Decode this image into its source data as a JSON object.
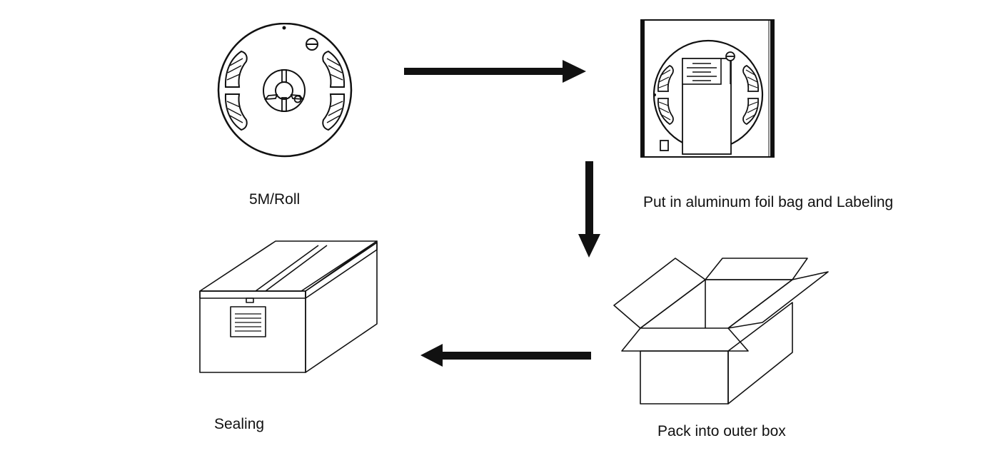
{
  "steps": [
    {
      "id": "roll",
      "label": "5M/Roll",
      "icon": "reel-icon"
    },
    {
      "id": "foil",
      "label": "Put in aluminum foil bag and Labeling",
      "icon": "foil-bag-icon"
    },
    {
      "id": "box",
      "label": "Pack into outer box",
      "icon": "open-box-icon"
    },
    {
      "id": "seal",
      "label": "Sealing",
      "icon": "sealed-box-icon"
    }
  ],
  "arrows": [
    {
      "from": "roll",
      "to": "foil",
      "direction": "right"
    },
    {
      "from": "foil",
      "to": "box",
      "direction": "down"
    },
    {
      "from": "box",
      "to": "seal",
      "direction": "left"
    }
  ],
  "colors": {
    "ink": "#111111",
    "background": "#ffffff"
  }
}
